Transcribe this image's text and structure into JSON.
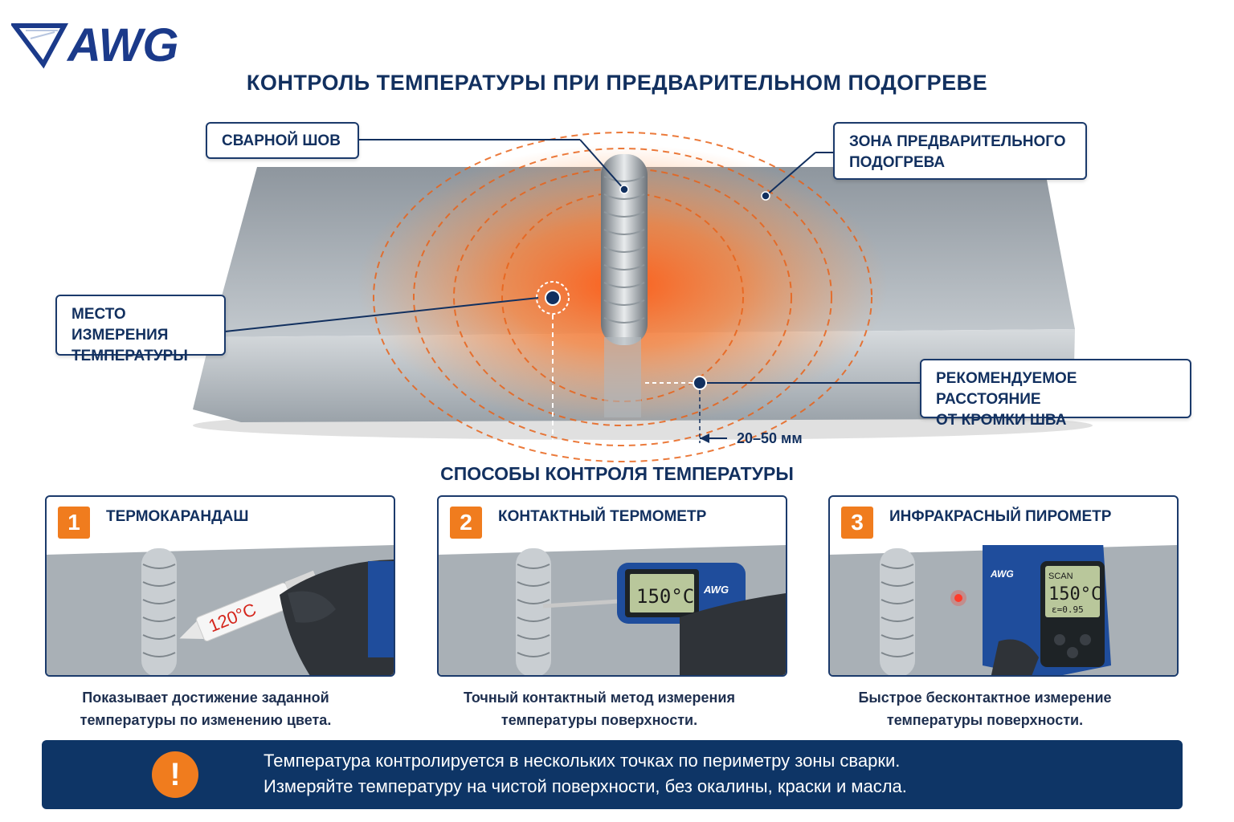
{
  "brand": {
    "name": "AWG",
    "color": "#1b3a8a"
  },
  "title": "КОНТРОЛЬ ТЕМПЕРАТУРЫ ПРИ ПРЕДВАРИТЕЛЬНОМ ПОДОГРЕВЕ",
  "callouts": {
    "weld_seam": "СВАРНОЙ ШОВ",
    "preheat_zone_line1": "ЗОНА ПРЕДВАРИТЕЛЬНОГО",
    "preheat_zone_line2": "ПОДОГРЕВА",
    "measure_point_line1": "МЕСТО ИЗМЕРЕНИЯ",
    "measure_point_line2": "ТЕМПЕРАТУРЫ",
    "distance_line1": "РЕКОМЕНДУЕМОЕ РАССТОЯНИЕ",
    "distance_line2": "ОТ КРОМКИ ШВА"
  },
  "dimension": "20–50 мм",
  "methods_title": "СПОСОБЫ КОНТРОЛЯ ТЕМПЕРАТУРЫ",
  "methods": [
    {
      "number": "1",
      "title": "ТЕРМОКАРАНДАШ",
      "readout": "120°C",
      "desc_line1": "Показывает достижение заданной",
      "desc_line2": "температуры по изменению цвета."
    },
    {
      "number": "2",
      "title": "КОНТАКТНЫЙ ТЕРМОМЕТР",
      "readout": "150°C",
      "device_brand": "AWG",
      "desc_line1": "Точный контактный метод измерения",
      "desc_line2": "температуры поверхности."
    },
    {
      "number": "3",
      "title": "ИНФРАКРАСНЫЙ ПИРОМЕТР",
      "readout": "150°C",
      "device_brand": "AWG",
      "scan_label": "SCAN",
      "emissivity": "ε=0.95",
      "desc_line1": "Быстрое бесконтактное измерение",
      "desc_line2": "температуры поверхности."
    }
  ],
  "warning": {
    "icon": "exclamation-icon",
    "line1": "Температура контролируется в нескольких точках по периметру зоны сварки.",
    "line2": "Измеряйте температуру на чистой поверхности, без окалины, краски и масла."
  },
  "colors": {
    "navy": "#12305f",
    "orange": "#f07c1e",
    "footer_bg": "#0e3566"
  }
}
